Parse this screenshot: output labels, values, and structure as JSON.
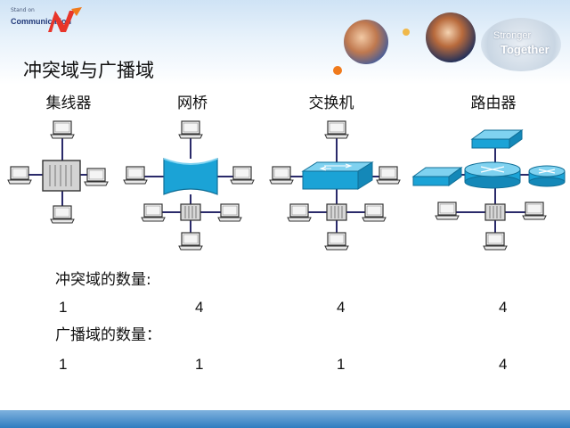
{
  "header": {
    "logo_small": "Stand on",
    "logo_text": "Communication",
    "slogan_line1": "Stronger",
    "slogan_line2": "Together"
  },
  "title": "冲突域与广播域",
  "columns": [
    {
      "label": "集线器",
      "device": "hub"
    },
    {
      "label": "网桥",
      "device": "bridge"
    },
    {
      "label": "交换机",
      "device": "switch"
    },
    {
      "label": "路由器",
      "device": "router"
    }
  ],
  "rows": [
    {
      "label": "冲突域的数量:",
      "values": [
        "1",
        "4",
        "4",
        "4"
      ]
    },
    {
      "label": "广播域的数量：",
      "values": [
        "1",
        "1",
        "1",
        "4"
      ]
    }
  ],
  "colors": {
    "device_blue": "#1ba3d6",
    "link_line": "#2a2a6a",
    "accent_orange": "#f07a1c",
    "band_blue": "#2f7cc0"
  }
}
